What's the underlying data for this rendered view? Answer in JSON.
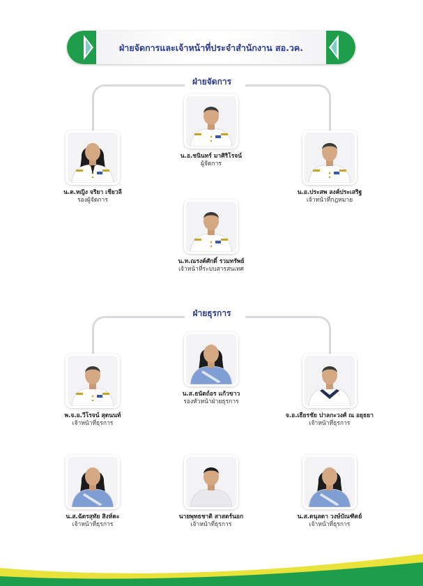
{
  "header": {
    "title": "ฝ่ายจัดการและเจ้าหน้าที่ประจำสำนักงาน สอ.วค."
  },
  "sections": [
    {
      "title": "ฝ่ายจัดการ",
      "people": [
        {
          "name": "น.อ.ชนินทร์  มาศิริโรจน์",
          "position": "ผู้จัดการ",
          "attire": "white-uniform"
        },
        {
          "name": "น.ต.หญิง จริยา เชียวลี",
          "position": "รองผู้จัดการ",
          "attire": "white-uniform-female"
        },
        {
          "name": "น.อ.ประสพ ลงค์ประเสริฐ",
          "position": "เจ้าหน้าที่กฎหมาย",
          "attire": "white-uniform"
        },
        {
          "name": "น.ท.ณรงค์ศักดิ์  รวมทรัพย์",
          "position": "เจ้าหน้าที่ระบบสารสนเทศ",
          "attire": "white-uniform"
        }
      ]
    },
    {
      "title": "ฝ่ายธุรการ",
      "people": [
        {
          "name": "น.ส.ธนัตถ์อร  แก้วขาว",
          "position": "รองหัวหน้าฝ่ายธุรการ",
          "attire": "blue-blouse"
        },
        {
          "name": "พ.จ.อ.วีโรจน์  สุดนนท์",
          "position": "เจ้าหน้าที่ธุรการ",
          "attire": "white-uniform"
        },
        {
          "name": "จ.อ.เธียรชัย  ปาลกะวงศ์ ณ อยุธยา",
          "position": "เจ้าหน้าที่ธุรการ",
          "attire": "sailor"
        },
        {
          "name": "น.ส.ฉัตรสุทัย  สิงห์คะ",
          "position": "เจ้าหน้าที่ธุรการ",
          "attire": "blue-blouse"
        },
        {
          "name": "นายพุทธชาติ  สาสตร์นอก",
          "position": "เจ้าหน้าที่ธุรการ",
          "attire": "white-shirt"
        },
        {
          "name": "น.ส.ดนุลดา  วงษ์บัณฑิตย์",
          "position": "เจ้าหน้าที่ธุรการ",
          "attire": "blue-blouse"
        }
      ]
    }
  ],
  "colors": {
    "title_blue": "#2a3b8f",
    "accent_green": "#1e9e4a",
    "accent_yellow": "#e9e23a",
    "connector_gray": "#d9d9de"
  }
}
